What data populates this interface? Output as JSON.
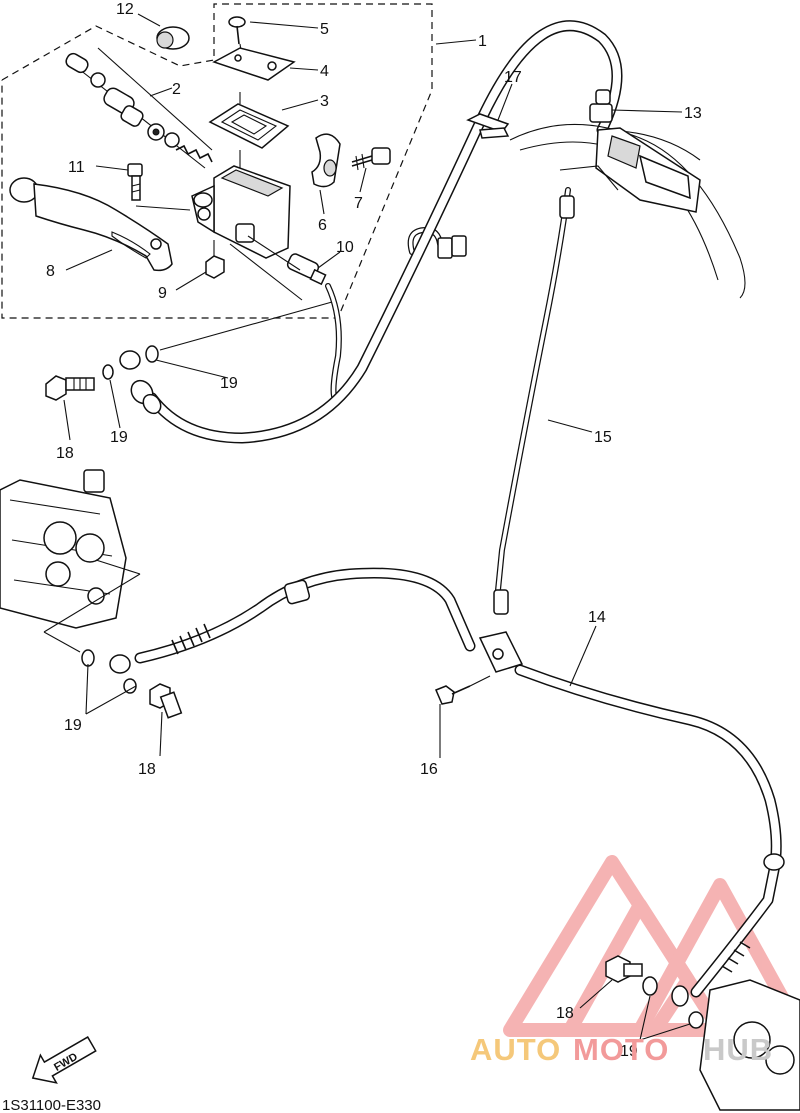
{
  "diagram": {
    "callouts": [
      {
        "id": "c1",
        "text": "1"
      },
      {
        "id": "c2",
        "text": "2"
      },
      {
        "id": "c3",
        "text": "3"
      },
      {
        "id": "c4",
        "text": "4"
      },
      {
        "id": "c5",
        "text": "5"
      },
      {
        "id": "c6",
        "text": "6"
      },
      {
        "id": "c7",
        "text": "7"
      },
      {
        "id": "c8",
        "text": "8"
      },
      {
        "id": "c9",
        "text": "9"
      },
      {
        "id": "c10",
        "text": "10"
      },
      {
        "id": "c11",
        "text": "11"
      },
      {
        "id": "c12",
        "text": "12"
      },
      {
        "id": "c13",
        "text": "13"
      },
      {
        "id": "c14",
        "text": "14"
      },
      {
        "id": "c15",
        "text": "15"
      },
      {
        "id": "c16",
        "text": "16"
      },
      {
        "id": "c17",
        "text": "17"
      },
      {
        "id": "c18a",
        "text": "18"
      },
      {
        "id": "c18b",
        "text": "18"
      },
      {
        "id": "c18c",
        "text": "18"
      },
      {
        "id": "c19a",
        "text": "19"
      },
      {
        "id": "c19b",
        "text": "19"
      },
      {
        "id": "c19c",
        "text": "19"
      },
      {
        "id": "c19d",
        "text": "19"
      }
    ],
    "fwd_label": "FWD",
    "diagram_code": "1S31100-E330"
  },
  "watermark": {
    "text_a": "AUTO",
    "text_b": "MOTO",
    "text_c": "HUB",
    "color_primary": "#f0a0a0",
    "color_text": "#f5c87a"
  }
}
